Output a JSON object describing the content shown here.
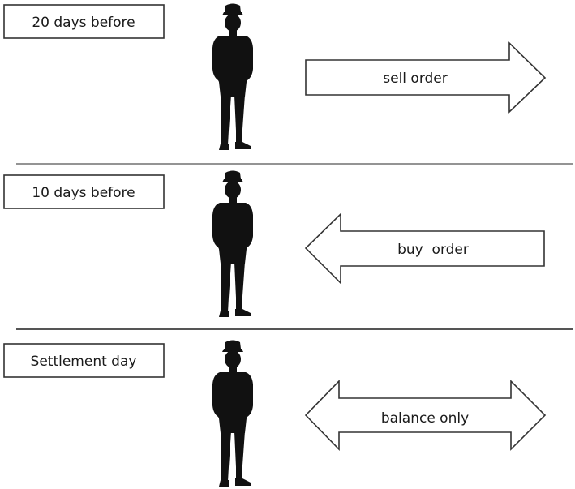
{
  "panels": [
    {
      "time_label": "20 days before",
      "action_label": "sell order",
      "arrow_direction": "right"
    },
    {
      "time_label": "10 days before",
      "action_label": "buy  order",
      "arrow_direction": "left"
    },
    {
      "time_label": "Settlement day",
      "action_label": "balance only",
      "arrow_direction": "both"
    }
  ],
  "colors": {
    "stroke": "#333333",
    "divider": "#555555",
    "silhouette": "#111111",
    "text": "#1a1a1a"
  }
}
